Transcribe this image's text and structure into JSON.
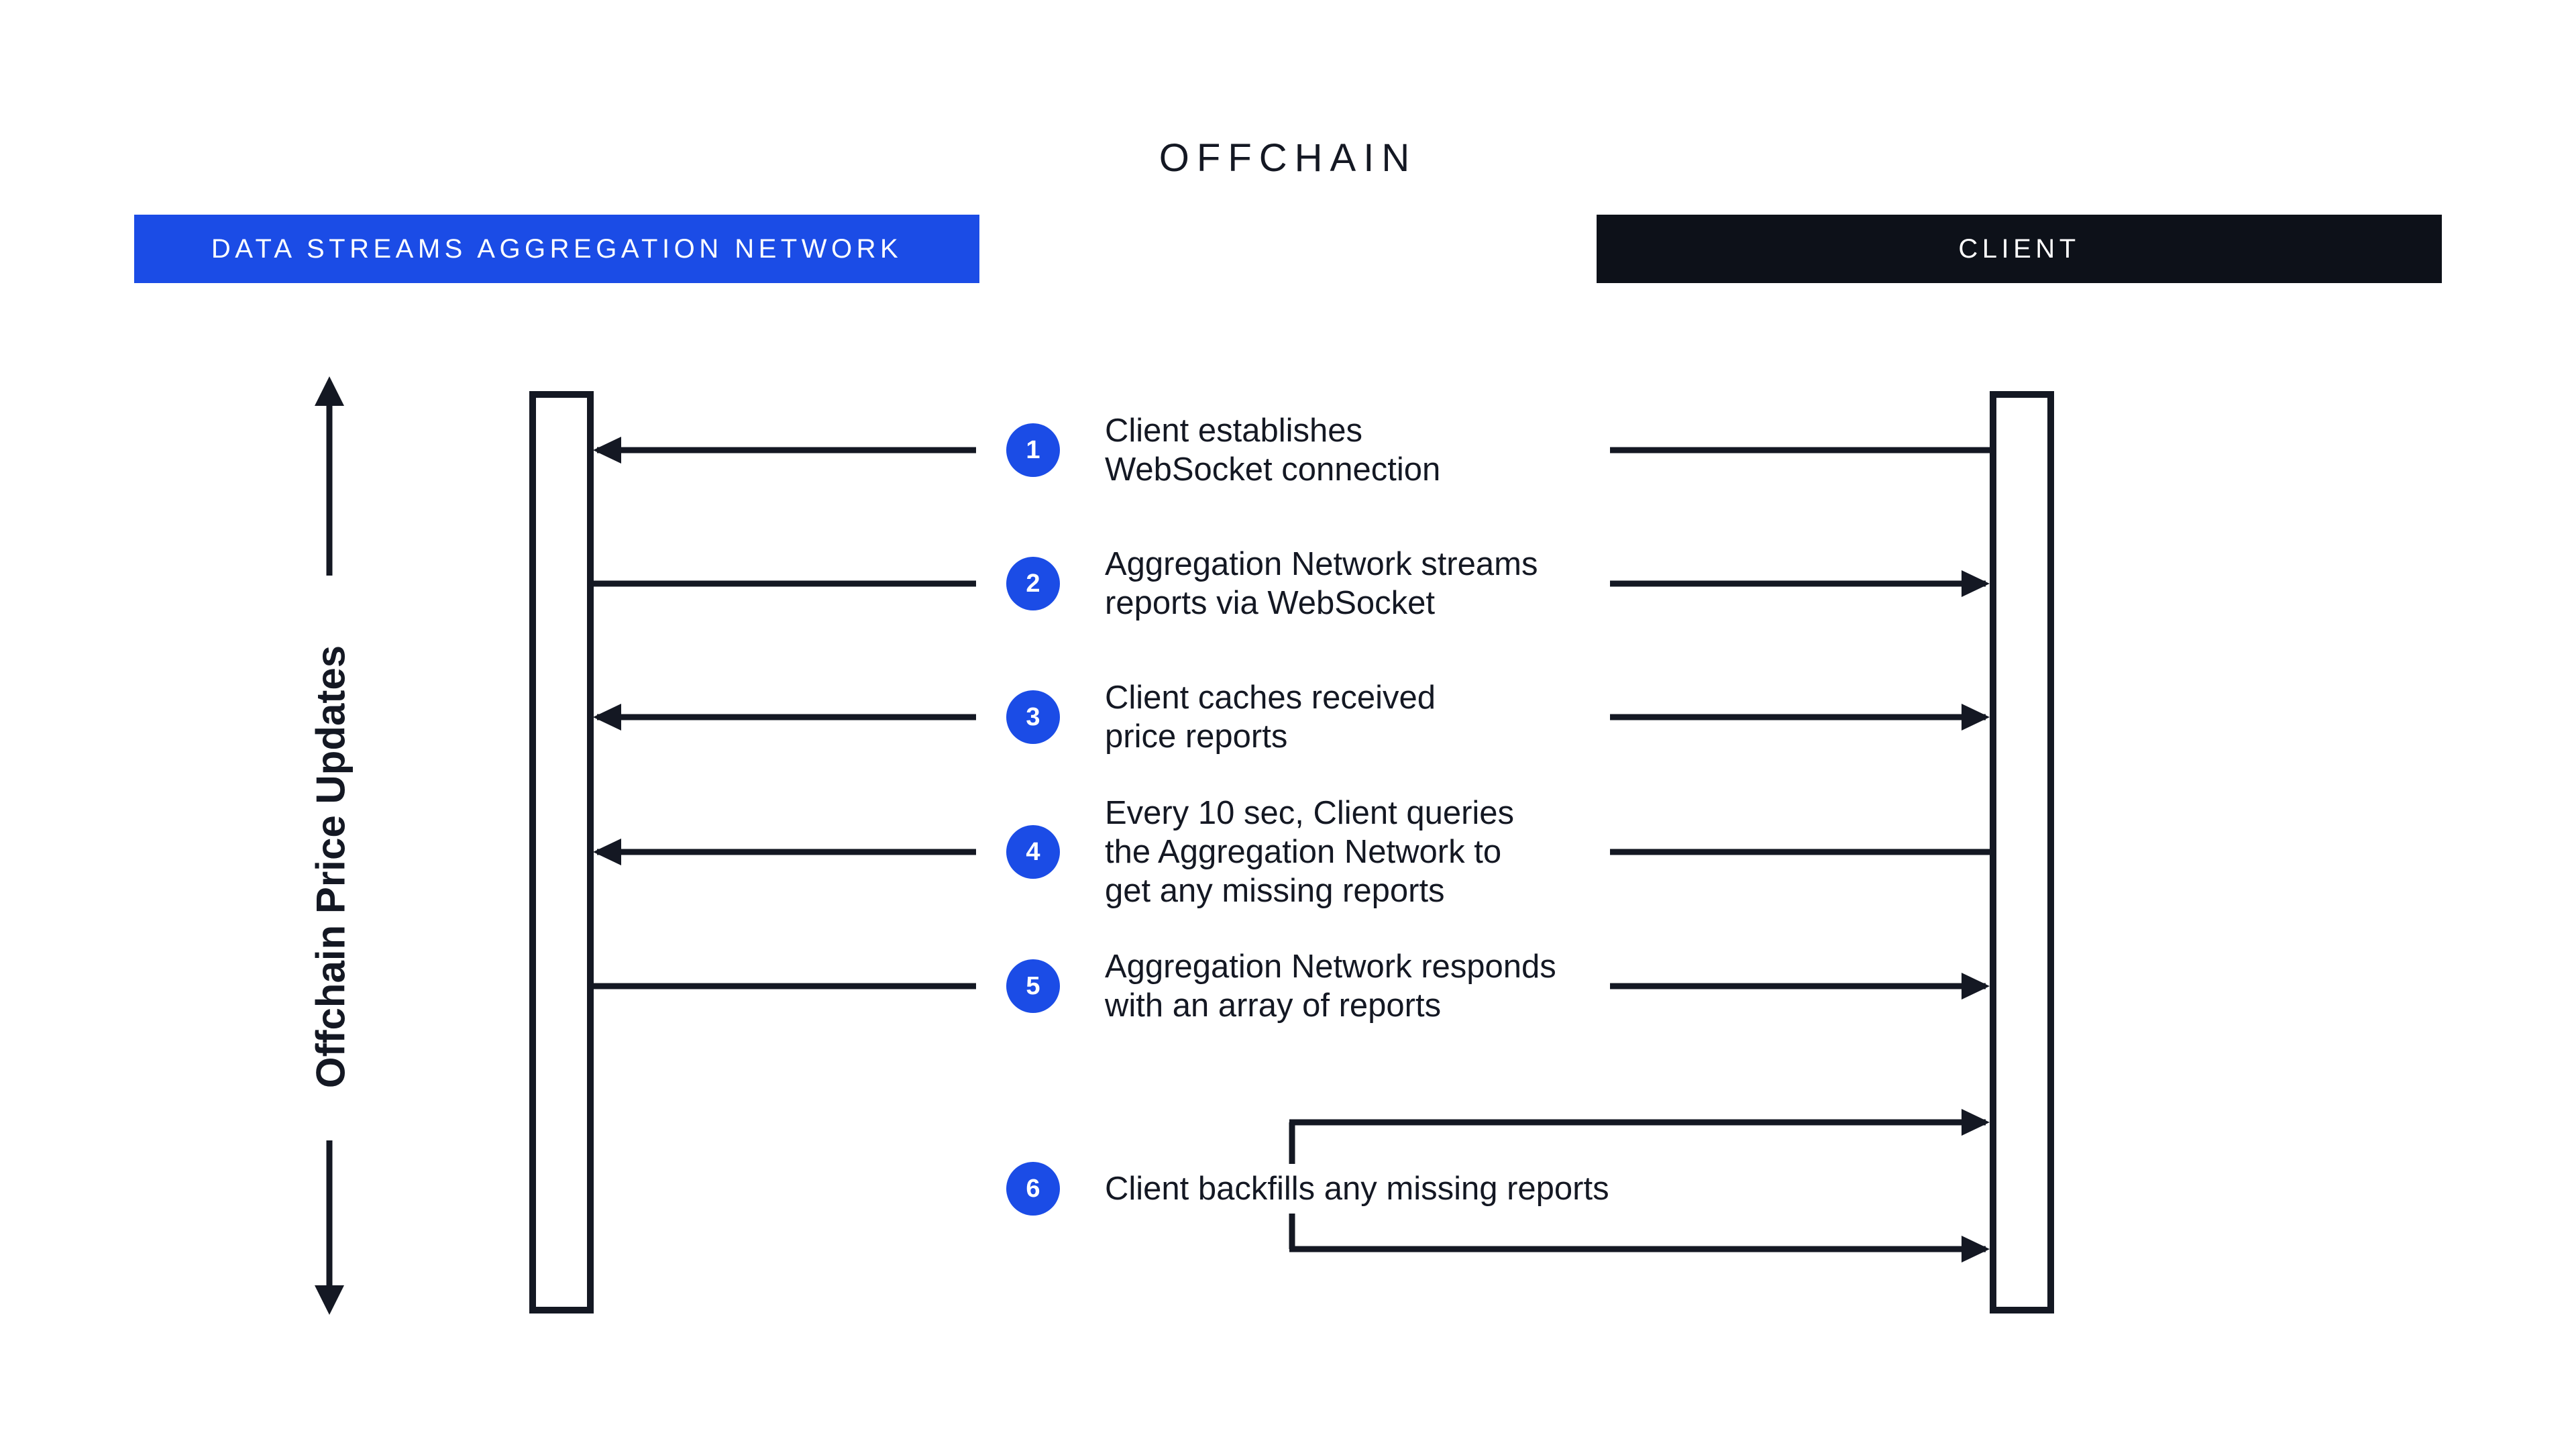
{
  "title": "OFFCHAIN",
  "colors": {
    "accent_blue": "#1B4CE6",
    "ink": "#141823",
    "client_bar_bg": "#0D1119",
    "background": "#FFFFFF"
  },
  "lanes": {
    "left_label": "DATA STREAMS AGGREGATION NETWORK",
    "right_label": "CLIENT"
  },
  "axis": {
    "label": "Offchain Price Updates"
  },
  "steps": [
    {
      "number": "1",
      "text": "Client establishes\nWebSocket connection",
      "direction": "to-aggregation-network"
    },
    {
      "number": "2",
      "text": "Aggregation Network streams\nreports via WebSocket",
      "direction": "to-client"
    },
    {
      "number": "3",
      "text": "Client caches received\nprice reports",
      "direction": "both"
    },
    {
      "number": "4",
      "text": "Every 10 sec, Client queries\nthe Aggregation Network to\nget any missing reports",
      "direction": "to-aggregation-network"
    },
    {
      "number": "5",
      "text": "Aggregation Network responds\nwith an array of reports",
      "direction": "to-client"
    },
    {
      "number": "6",
      "text": "Client backfills any missing reports",
      "direction": "client-self"
    }
  ]
}
